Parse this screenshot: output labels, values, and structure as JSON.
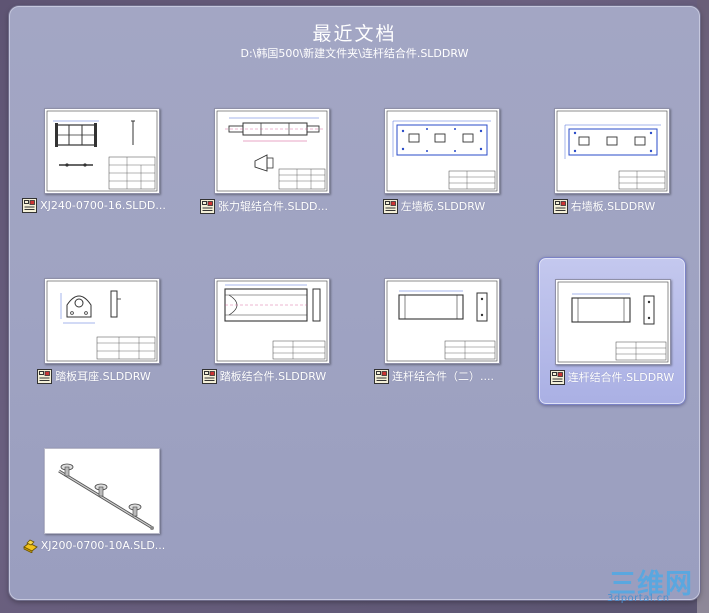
{
  "window": {
    "title": "最近文档",
    "path": "D:\\韩国500\\新建文件夹\\连杆结合件.SLDDRW"
  },
  "documents": [
    {
      "label": "XJ240-0700-16.SLDD...",
      "type": "drawing",
      "icon": "drawing-file-icon",
      "selected": false
    },
    {
      "label": "张力辊结合件.SLDD...",
      "type": "drawing",
      "icon": "drawing-file-icon",
      "selected": false
    },
    {
      "label": "左墙板.SLDDRW",
      "type": "drawing",
      "icon": "drawing-file-icon",
      "selected": false
    },
    {
      "label": "右墙板.SLDDRW",
      "type": "drawing",
      "icon": "drawing-file-icon",
      "selected": false
    },
    {
      "label": "踏板耳座.SLDDRW",
      "type": "drawing",
      "icon": "drawing-file-icon",
      "selected": false
    },
    {
      "label": "踏板结合件.SLDDRW",
      "type": "drawing",
      "icon": "drawing-file-icon",
      "selected": false
    },
    {
      "label": "连杆结合件（二）....",
      "type": "drawing",
      "icon": "drawing-file-icon",
      "selected": false
    },
    {
      "label": "连杆结合件.SLDDRW",
      "type": "drawing",
      "icon": "drawing-file-icon",
      "selected": true
    },
    {
      "label": "XJ200-0700-10A.SLD...",
      "type": "assembly",
      "icon": "assembly-file-icon",
      "selected": false
    }
  ],
  "watermark": {
    "text": "三维网",
    "url": "3dportal.cn"
  },
  "colors": {
    "panel_bg": "#9fa3c2",
    "selection": "#aab0e4",
    "title_text": "#ffffff",
    "watermark": "#5aa7df"
  }
}
